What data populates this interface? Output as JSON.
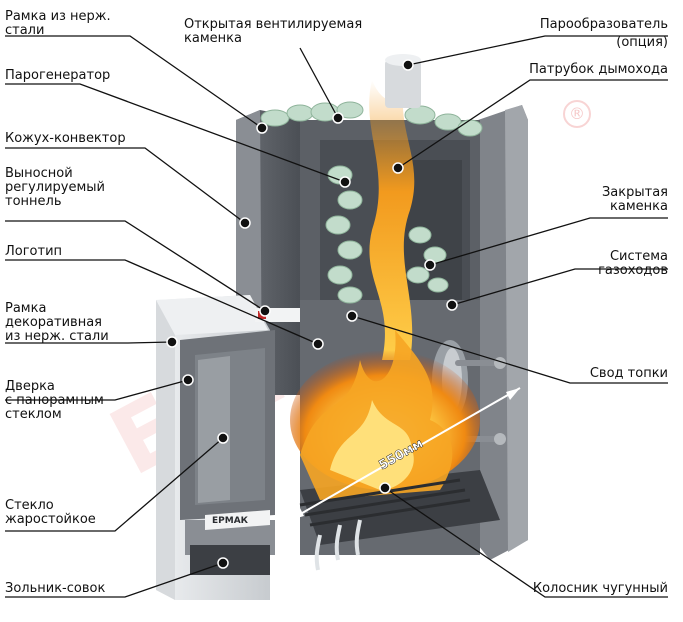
{
  "labels": {
    "frame_steel": "Рамка из нерж.\nстали",
    "open_heater": "Открытая вентилируемая\nкаменка",
    "steam_maker": "Парообразователь",
    "steam_maker_opt": "(опция)",
    "steam_generator": "Парогенератор",
    "chimney": "Патрубок дымохода",
    "casing": "Кожух-конвектор",
    "tunnel": "Выносной\nрегулируемый\nтоннель",
    "closed_heater": "Закрытая\nкаменка",
    "logo": "Логотип",
    "gas_system": "Система\nгазоходов",
    "decor_frame": "Рамка\nдекоративная\nиз нерж. стали",
    "furnace_arch": "Свод топки",
    "door": "Дверка\nс панорамным\nстеклом",
    "glass": "Стекло\nжаростойкое",
    "ash": "Зольник-совок",
    "grate": "Колосник чугунный",
    "dimension": "550мм"
  },
  "brand": {
    "watermark": "ЕРМАК",
    "door_logo": "ЕРМАК",
    "reg_mark": "®"
  },
  "colors": {
    "body_dark": "#55595f",
    "body_mid": "#7c8087",
    "body_light": "#a7abb0",
    "steel": "#d9dcdf",
    "flame": "#f39a1e",
    "flame_core": "#ffe27a",
    "stone": "#b8d8c2",
    "leader": "#111111",
    "watermark": "#dc2828"
  }
}
